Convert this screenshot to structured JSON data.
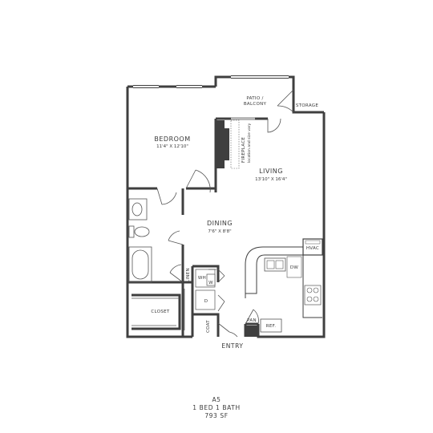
{
  "rooms": {
    "bedroom": {
      "name": "BEDROOM",
      "dims": "11'4\" X 12'10\""
    },
    "living": {
      "name": "LIVING",
      "dims": "13'10\" X 16'4\""
    },
    "dining": {
      "name": "DINING",
      "dims": "7'6\" X 8'8\""
    },
    "patio_line1": "PATIO /",
    "patio_line2": "BALCONY",
    "storage": "STORAGE",
    "closet": "CLOSET",
    "fireplace": "FIREPLACE",
    "fireplace_note": "location and size vary"
  },
  "fixtures": {
    "hvac": "HVAC",
    "dw": "DW",
    "ref": "REF.",
    "pan": "PAN",
    "coat": "COAT",
    "linen": "LINEN",
    "wh": "WH",
    "w": "W",
    "d": "D"
  },
  "entry": "ENTRY",
  "unit": {
    "name": "A5",
    "beds_baths": "1 BED 1 BATH",
    "area": "793  SF"
  },
  "colors": {
    "wall": "#3f3f3f",
    "fixture": "#555555",
    "text": "#3a3a3a"
  }
}
